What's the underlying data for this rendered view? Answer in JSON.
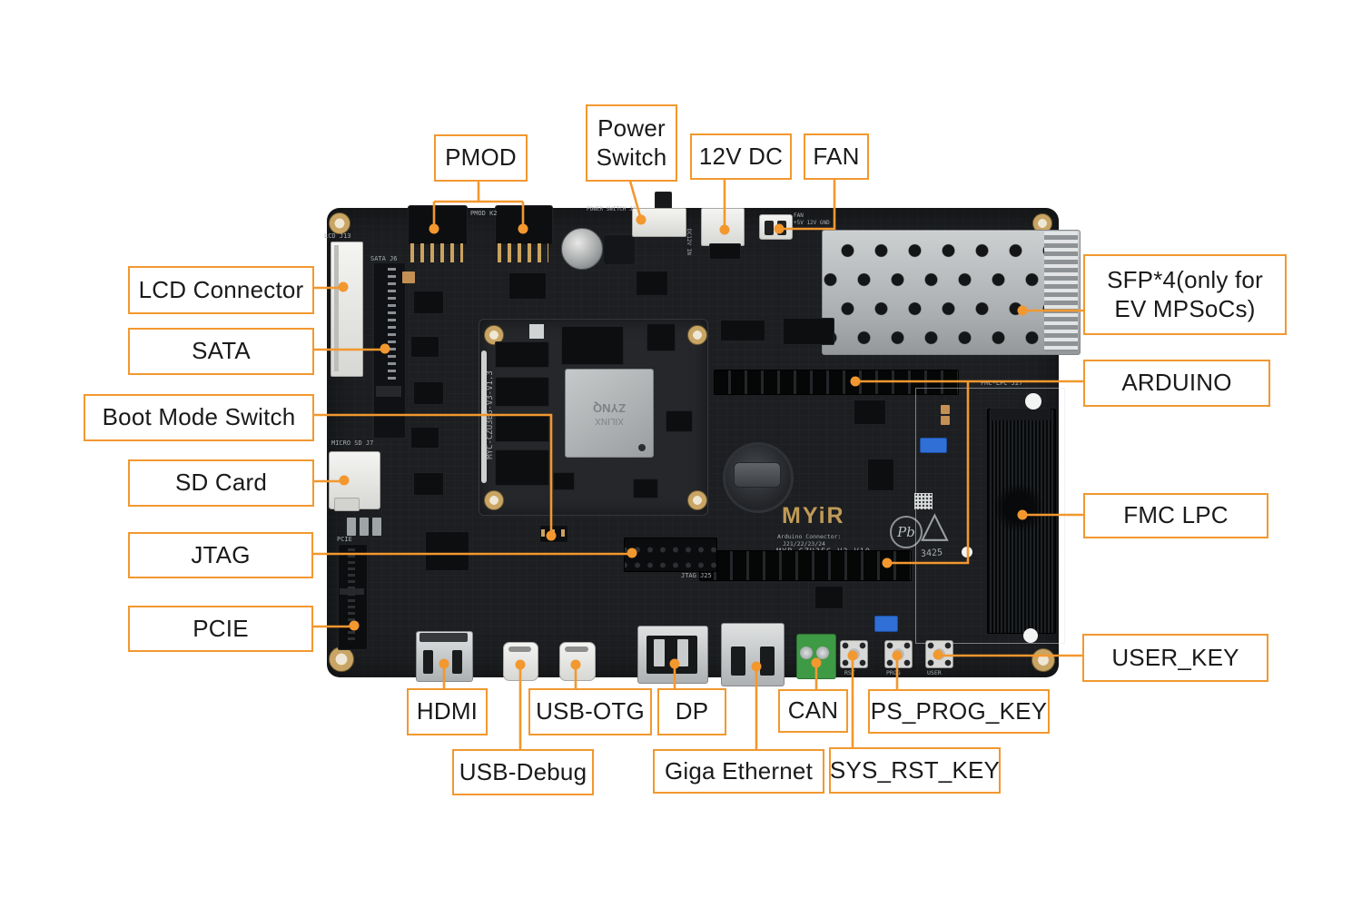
{
  "figure": {
    "type": "annotated-hardware-diagram",
    "background": "#ffffff",
    "accent": "#F2982F",
    "pcb_color": "#1c1e21"
  },
  "callouts": {
    "pmod": {
      "label": "PMOD"
    },
    "power_switch": {
      "label_line1": "Power",
      "label_line2": "Switch"
    },
    "dc12v": {
      "label": "12V DC"
    },
    "fan": {
      "label": "FAN"
    },
    "lcd": {
      "label": "LCD Connector"
    },
    "sata": {
      "label": "SATA"
    },
    "boot_mode": {
      "label": "Boot Mode Switch"
    },
    "sd_card": {
      "label": "SD Card"
    },
    "jtag": {
      "label": "JTAG"
    },
    "pcie": {
      "label": "PCIE"
    },
    "sfp": {
      "label_line1": "SFP*4(only for",
      "label_line2": "EV MPSoCs)"
    },
    "arduino": {
      "label": "ARDUINO"
    },
    "fmc_lpc": {
      "label": "FMC LPC"
    },
    "user_key": {
      "label": "USER_KEY"
    },
    "hdmi": {
      "label": "HDMI"
    },
    "usb_otg": {
      "label": "USB-OTG"
    },
    "dp": {
      "label": "DP"
    },
    "can": {
      "label": "CAN"
    },
    "ps_prog_key": {
      "label": "PS_PROG_KEY"
    },
    "usb_debug": {
      "label": "USB-Debug"
    },
    "giga_ethernet": {
      "label": "Giga Ethernet"
    },
    "sys_rst_key": {
      "label": "SYS_RST_KEY"
    }
  },
  "board": {
    "silk": {
      "lcd": "LCD J13",
      "sata": "SATA J6",
      "pmod": "PMOD K2",
      "power_switch": "POWER SWITCH J2",
      "dc_in": "DC12V IN",
      "fan_line1": "FAN",
      "fan_line2": "+5V 12V GND",
      "micro_sd": "MICRO SD J7",
      "pcie": "PCIE",
      "jtag": "JTAG J25",
      "fmc": "FMC-LPC J27",
      "arduino_line1": "Arduino Connector:",
      "arduino_line2": "J21/22/23/24",
      "board_model": "MYB-CZU3EG-V3_V10",
      "som_model": "MYC-CZU3EG-V3-V1.3",
      "date_code": "3425",
      "logo": "MYiR",
      "chip_brand": "XILINX",
      "chip_name": "ZYNQ",
      "pb_free": "Pb",
      "recycle_mark": "△",
      "btn_rst": "RST",
      "btn_prog": "PROG",
      "btn_user": "USER"
    }
  }
}
